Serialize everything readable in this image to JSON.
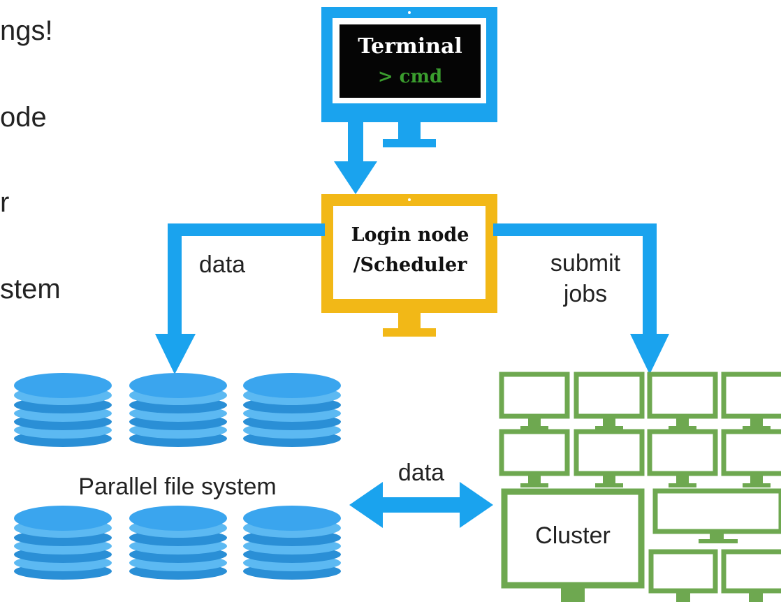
{
  "side_text": [
    "ngs!",
    "ode",
    "r",
    "stem"
  ],
  "terminal": {
    "title": "Terminal",
    "command": "> cmd"
  },
  "login": {
    "line1": "Login node",
    "line2": "/Scheduler"
  },
  "edges": {
    "left_label": "data",
    "right_label_line1": "submit",
    "right_label_line2": "jobs",
    "bottom_label": "data"
  },
  "storage_label": "Parallel file system",
  "cluster_label": "Cluster",
  "colors": {
    "blue": "#1aa3ee",
    "disk_dark": "#2a8fd6",
    "disk_light": "#5cb9f2",
    "orange": "#f2b817",
    "green": "#6ea850",
    "terminal_text": "#ffffff",
    "terminal_cmd": "#3a9d2e"
  },
  "icons": [
    "terminal-monitor-icon",
    "login-monitor-icon",
    "database-icon",
    "cluster-monitor-icon"
  ]
}
